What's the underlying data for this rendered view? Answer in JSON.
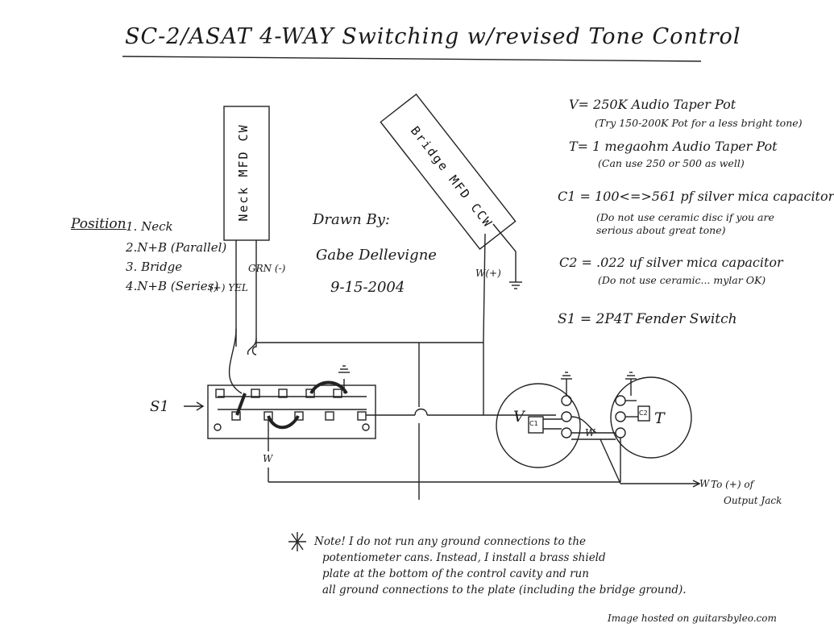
{
  "title": "SC-2/ASAT 4-WAY Switching w/revised Tone Control",
  "neck_pickup": "Neck MFD CW",
  "bridge_pickup": "Bridge MFD CCW",
  "position": {
    "heading": "Position",
    "items": [
      "1. Neck",
      "2.N+B (Parallel)",
      "3. Bridge",
      "4.N+B (Series)"
    ]
  },
  "drawn_by": {
    "line1": "Drawn By:",
    "line2": "Gabe Dellevigne",
    "date": "9-15-2004"
  },
  "wire_labels": {
    "yel": "(+) YEL",
    "grn": "GRN (-)",
    "w_plus": "W(+)",
    "w_switch": "W",
    "w_pots": "W",
    "w_out": "W"
  },
  "specs": [
    {
      "main": "V= 250K Audio Taper Pot",
      "sub": "(Try 150-200K Pot for a less bright tone)"
    },
    {
      "main": "T= 1 megaohm Audio Taper Pot",
      "sub": "(Can use 250 or 500 as well)"
    },
    {
      "main": "C1 = 100<=>561 pf silver mica capacitor",
      "sub": "(Do not use ceramic disc if you are serious about great tone)"
    },
    {
      "main": "C2 = .022 uf silver mica capacitor",
      "sub": "(Do not use ceramic... mylar OK)"
    },
    {
      "main": "S1 = 2P4T Fender Switch",
      "sub": ""
    }
  ],
  "switch_label": "S1",
  "pot_v": "V",
  "pot_t": "T",
  "cap_c1": "C1",
  "cap_c2": "C2",
  "output": {
    "line1": "To (+) of",
    "line2": "Output Jack"
  },
  "note": {
    "lines": [
      "Note! I do not run any ground connections to the",
      "potentiometer cans. Instead, I install a brass shield",
      "plate at the bottom of the control cavity and run",
      "all ground connections to the plate (including the bridge ground)."
    ]
  },
  "credit": "Image hosted on guitarsbyleo.com"
}
